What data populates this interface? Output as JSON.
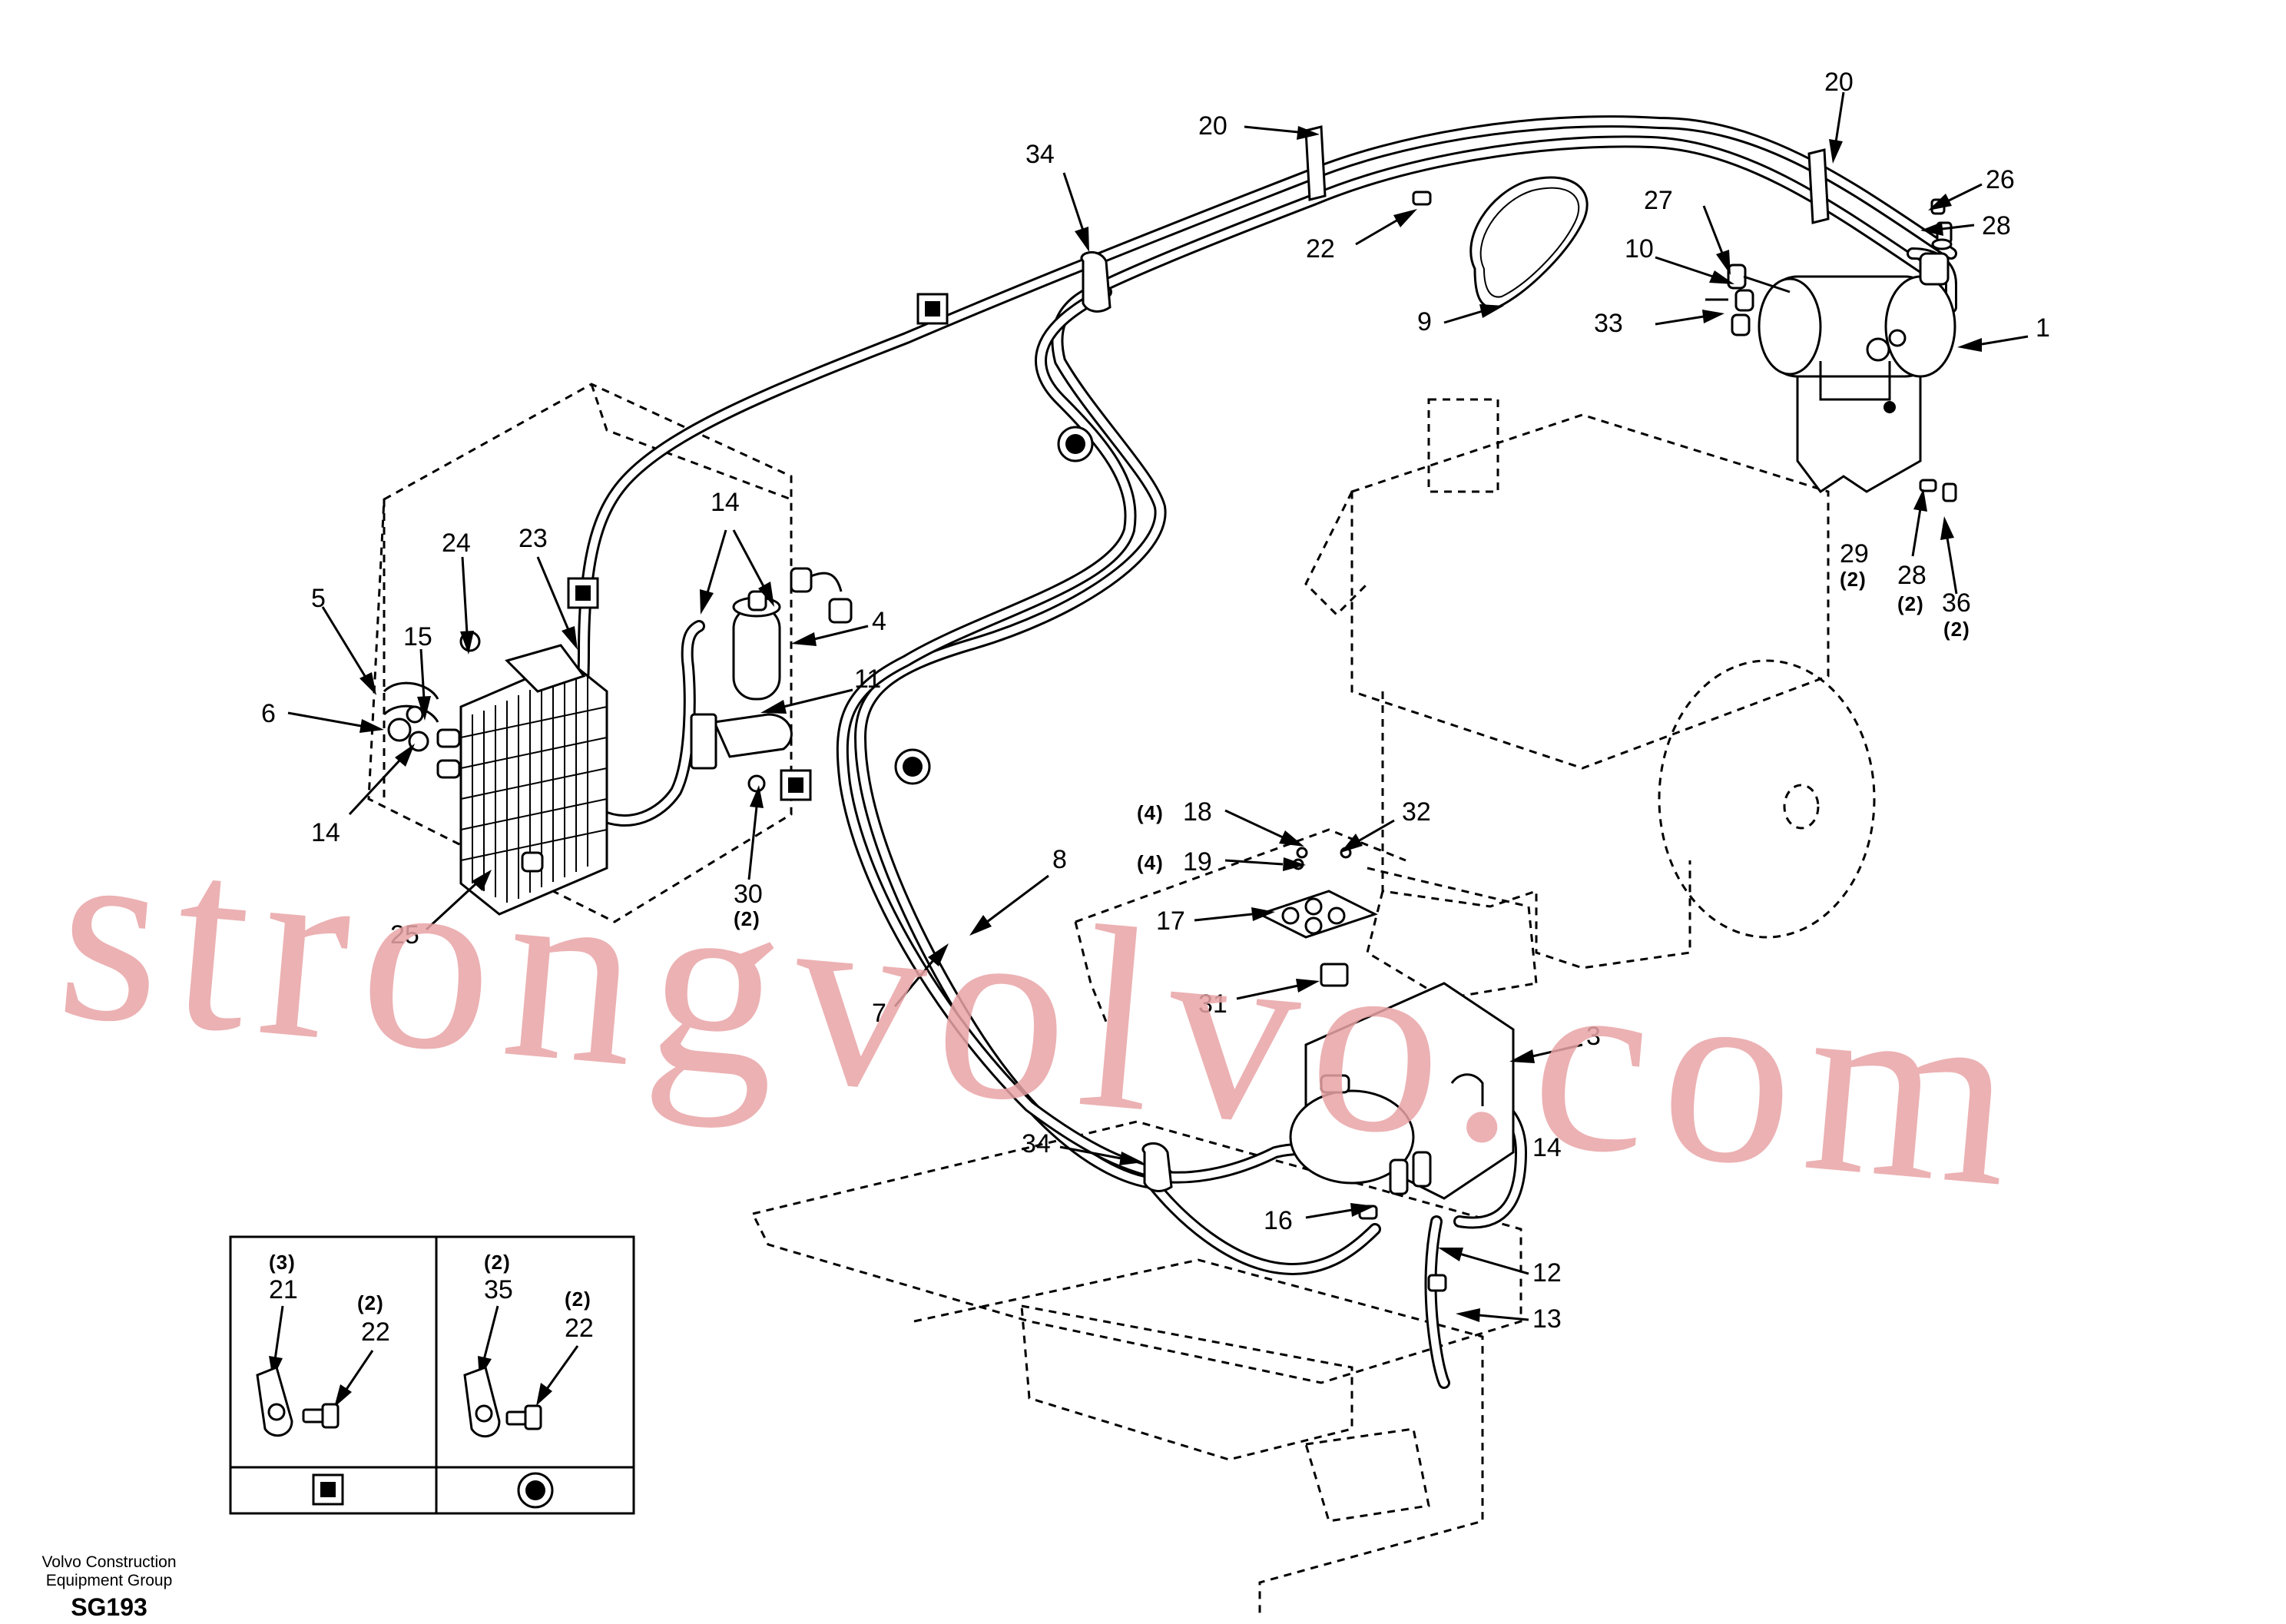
{
  "diagram": {
    "callouts": [
      {
        "id": "c1",
        "label": "1"
      },
      {
        "id": "c3",
        "label": "3"
      },
      {
        "id": "c4",
        "label": "4"
      },
      {
        "id": "c5",
        "label": "5"
      },
      {
        "id": "c6",
        "label": "6"
      },
      {
        "id": "c7",
        "label": "7"
      },
      {
        "id": "c8",
        "label": "8"
      },
      {
        "id": "c9",
        "label": "9"
      },
      {
        "id": "c10",
        "label": "10"
      },
      {
        "id": "c11",
        "label": "11"
      },
      {
        "id": "c12",
        "label": "12"
      },
      {
        "id": "c13",
        "label": "13"
      },
      {
        "id": "c14a",
        "label": "14"
      },
      {
        "id": "c14b",
        "label": "14"
      },
      {
        "id": "c14c",
        "label": "14"
      },
      {
        "id": "c15",
        "label": "15"
      },
      {
        "id": "c16",
        "label": "16"
      },
      {
        "id": "c17",
        "label": "17"
      },
      {
        "id": "c18",
        "label": "18",
        "qty": "(4)"
      },
      {
        "id": "c19",
        "label": "19",
        "qty": "(4)"
      },
      {
        "id": "c20a",
        "label": "20"
      },
      {
        "id": "c20b",
        "label": "20"
      },
      {
        "id": "c22",
        "label": "22"
      },
      {
        "id": "c23",
        "label": "23"
      },
      {
        "id": "c24",
        "label": "24"
      },
      {
        "id": "c25",
        "label": "25"
      },
      {
        "id": "c26",
        "label": "26"
      },
      {
        "id": "c27",
        "label": "27"
      },
      {
        "id": "c28a",
        "label": "28"
      },
      {
        "id": "c28b",
        "label": "28",
        "qty": "(2)"
      },
      {
        "id": "c29",
        "label": "29",
        "qty": "(2)"
      },
      {
        "id": "c30",
        "label": "30",
        "qty": "(2)"
      },
      {
        "id": "c31",
        "label": "31"
      },
      {
        "id": "c32",
        "label": "32"
      },
      {
        "id": "c33",
        "label": "33"
      },
      {
        "id": "c34a",
        "label": "34"
      },
      {
        "id": "c34b",
        "label": "34"
      },
      {
        "id": "c36",
        "label": "36",
        "qty": "(2)"
      }
    ],
    "inset": {
      "left_panel": {
        "items": [
          {
            "label": "21",
            "qty": "(3)"
          },
          {
            "label": "22",
            "qty": "(2)"
          }
        ],
        "symbol": "square-marker-icon"
      },
      "right_panel": {
        "items": [
          {
            "label": "35",
            "qty": "(2)"
          },
          {
            "label": "22",
            "qty": "(2)"
          }
        ],
        "symbol": "circle-marker-icon"
      }
    }
  },
  "watermark": "strongvolvo.com",
  "footer": {
    "company_line1": "Volvo Construction",
    "company_line2": "Equipment Group",
    "code": "SG193"
  },
  "colors": {
    "line": "#000000",
    "watermark": "#e9a4a6",
    "background": "#ffffff"
  }
}
